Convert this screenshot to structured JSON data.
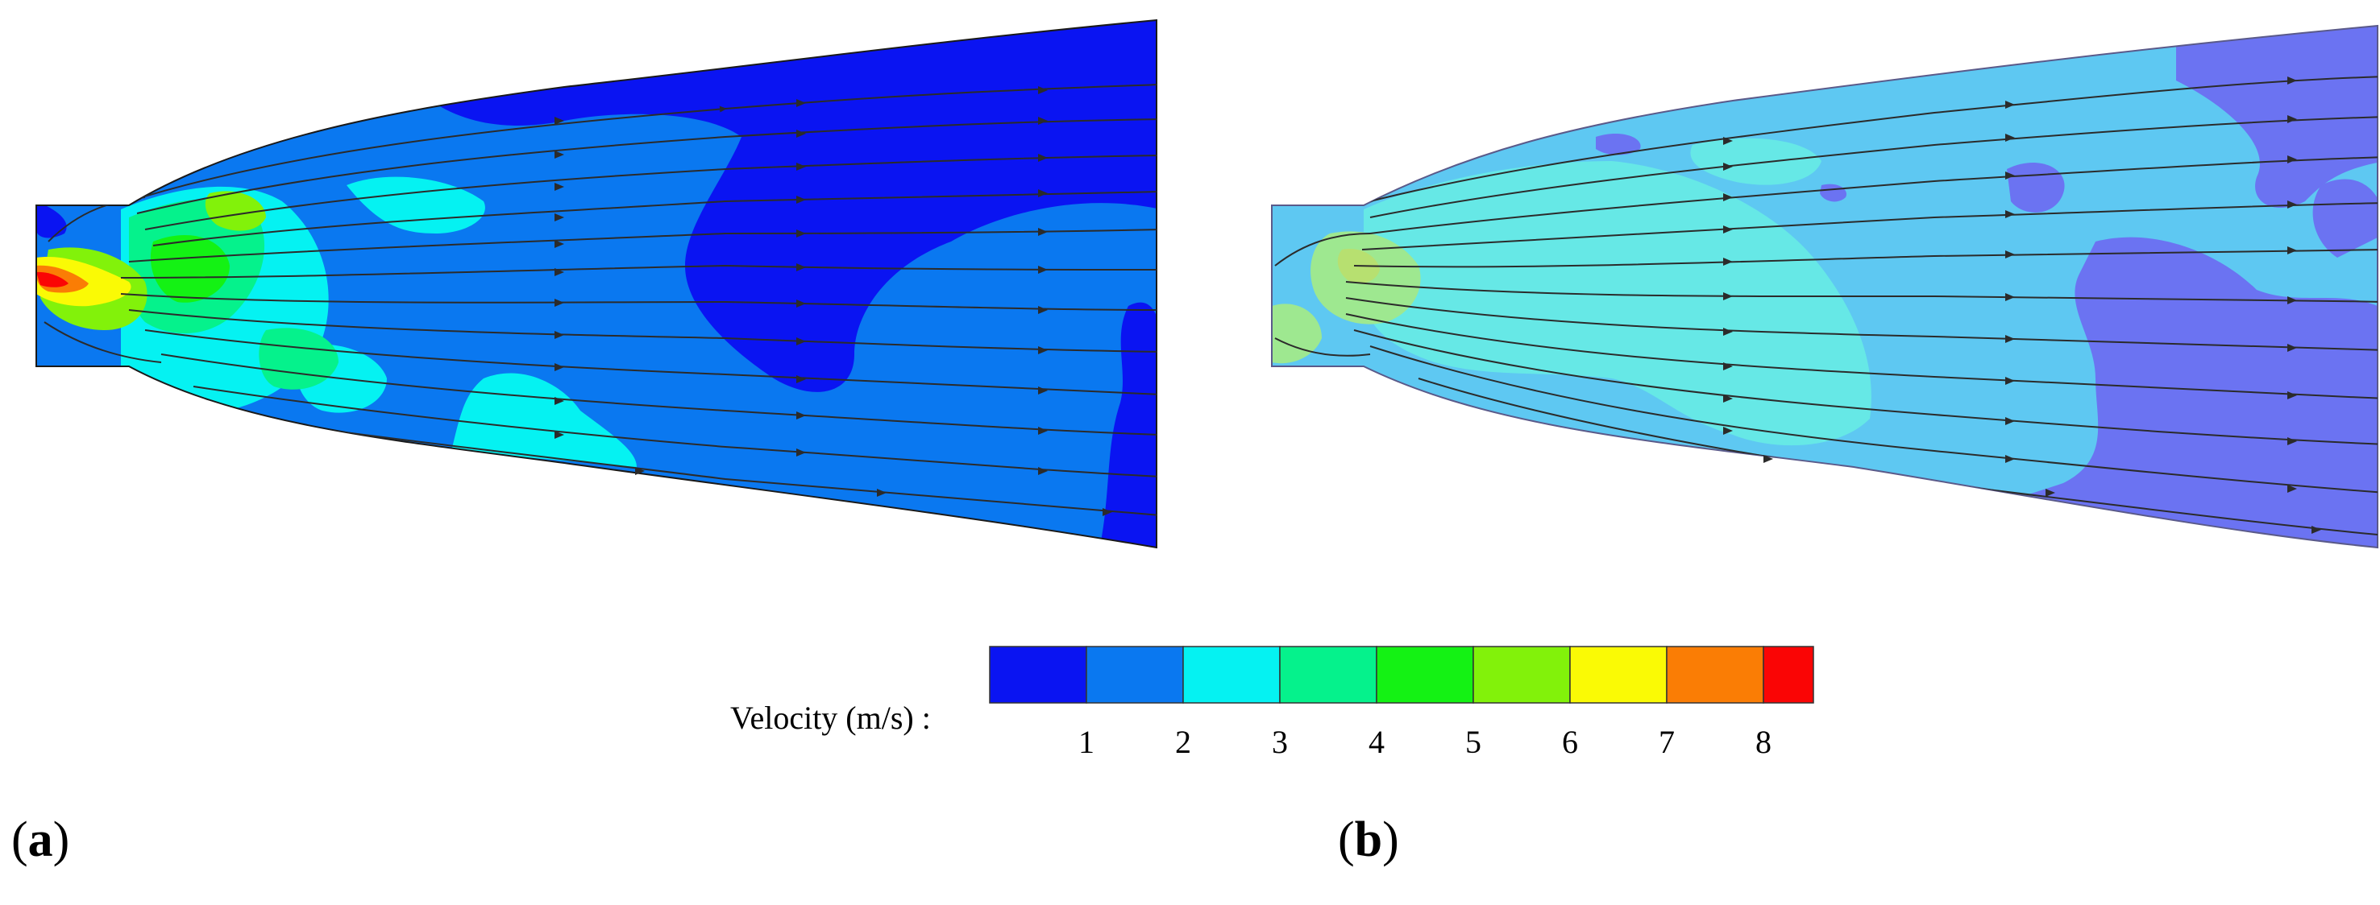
{
  "panels": [
    {
      "label_open": "(",
      "label_letter": "a",
      "label_close": ")"
    },
    {
      "label_open": "(",
      "label_letter": "b",
      "label_close": ")"
    }
  ],
  "legend": {
    "title": "Velocity (m/s) :",
    "ticks": [
      "1",
      "2",
      "3",
      "4",
      "5",
      "6",
      "7",
      "8"
    ],
    "colors": [
      "#0a14f2",
      "#0a78f0",
      "#05f2f2",
      "#05f28c",
      "#14f214",
      "#82f20a",
      "#fafa05",
      "#fa7d05",
      "#fa0505"
    ]
  },
  "contour_colors": {
    "v1": "#0a14f2",
    "v2": "#0a78f0",
    "v3": "#05f2f2",
    "v4": "#05f28c",
    "v5": "#14f214",
    "v6": "#82f20a",
    "v7": "#fafa05",
    "v8": "#fa7d05",
    "v9": "#fa0505",
    "b_low": "#6b73f2",
    "b_mid": "#5ec8f2",
    "b_high": "#66e8e6",
    "b_green": "#9ee890"
  },
  "streamline_color": "#2b2b2b"
}
